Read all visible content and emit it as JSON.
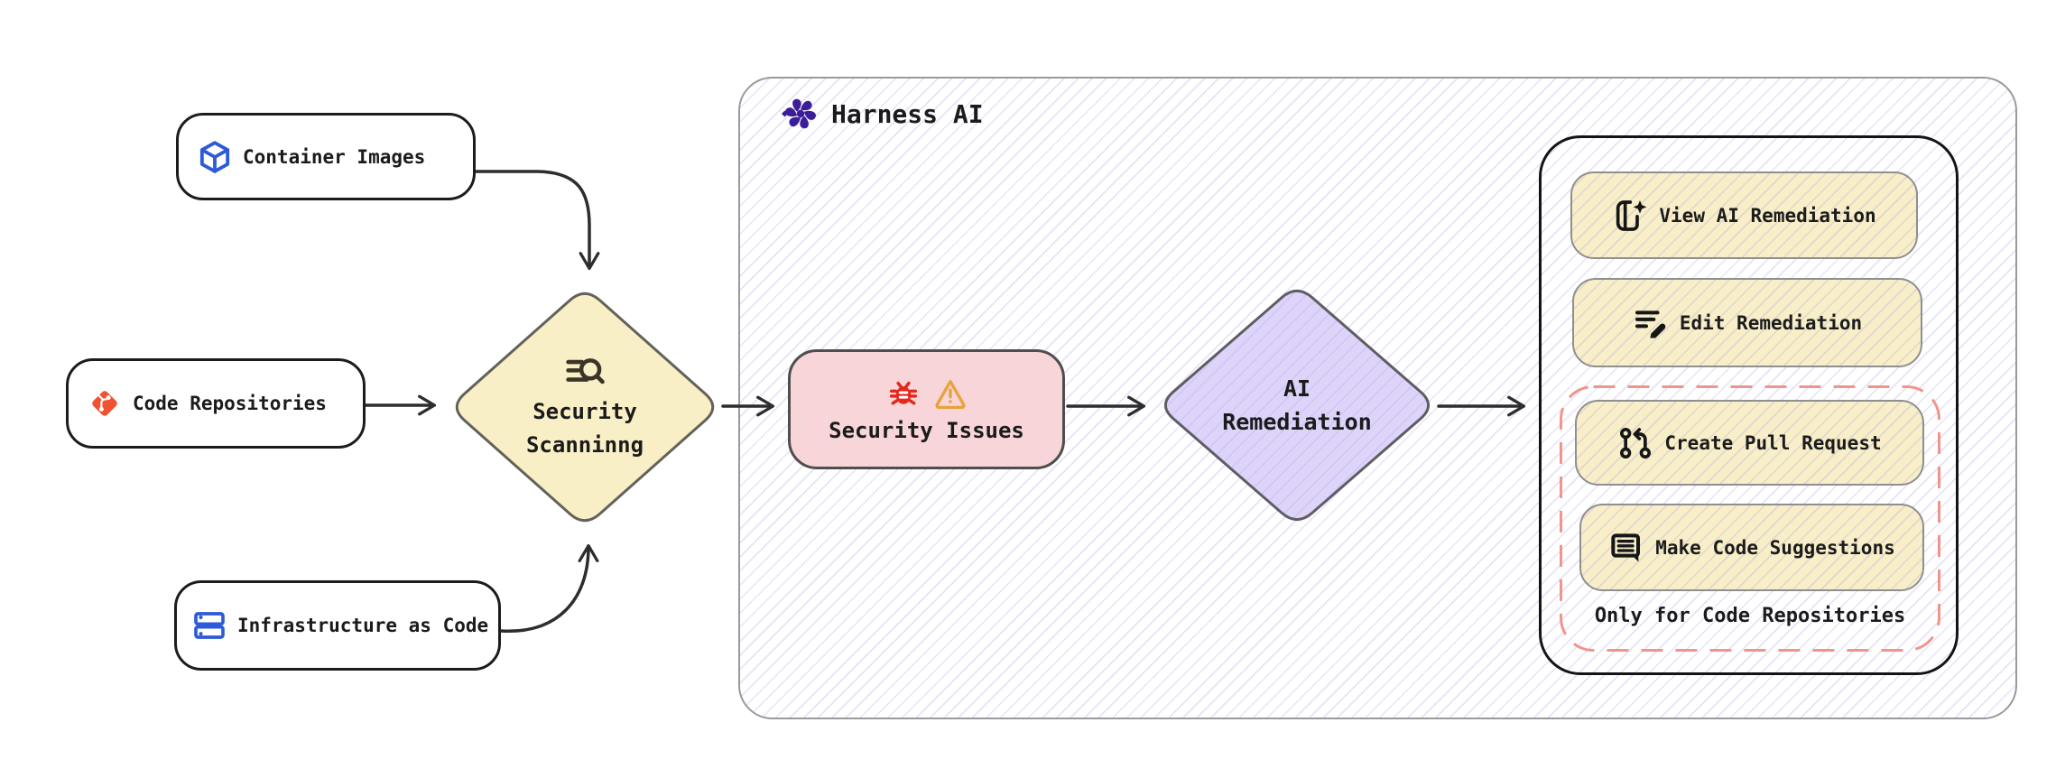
{
  "diagram": {
    "sources": [
      {
        "label": "Container Images",
        "icon": "cube-icon"
      },
      {
        "label": "Code Repositories",
        "icon": "git-icon"
      },
      {
        "label": "Infrastructure as Code",
        "icon": "servers-icon"
      }
    ],
    "security_scanning": {
      "line1": "Security",
      "line2": "Scanninng",
      "icon": "scan-search-icon"
    },
    "harness_ai": {
      "label": "Harness AI",
      "icon": "harness-ai-icon"
    },
    "security_issues": {
      "label": "Security Issues",
      "icons": [
        "bug-icon",
        "warning-icon"
      ]
    },
    "ai_remediation": {
      "line1": "AI",
      "line2": "Remediation"
    },
    "actions": {
      "view_ai_remediation": {
        "label": "View AI Remediation",
        "icon": "book-sparkle-icon"
      },
      "edit_remediation": {
        "label": "Edit Remediation",
        "icon": "edit-pencil-icon"
      },
      "create_pull_request": {
        "label": "Create Pull Request",
        "icon": "pull-request-icon"
      },
      "make_code_suggestions": {
        "label": "Make Code Suggestions",
        "icon": "message-lines-icon"
      },
      "note": "Only for Code Repositories"
    },
    "colors": {
      "node_yellow": "#f9efc7",
      "node_pink": "#f7d5d8",
      "node_purple": "#ded3f8",
      "button_yellow": "#f8efc9",
      "dashed_border": "#f0958c",
      "git_orange": "#f05133",
      "icon_blue": "#2d5bd7",
      "bug_red": "#e3281c",
      "warning_orange": "#e9a23b",
      "harness_purple": "#6d3df0",
      "hatch_line": "#c9c2ec",
      "edge_dark": "#2d2d2d"
    }
  }
}
